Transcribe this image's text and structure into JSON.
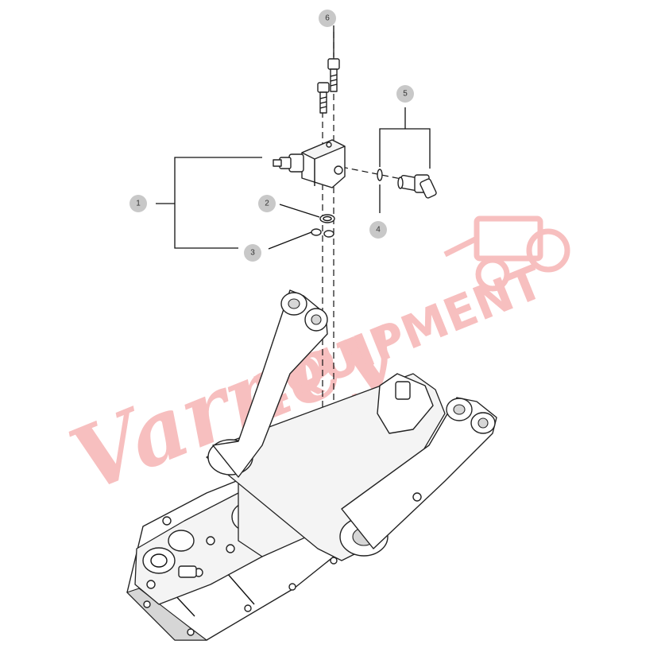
{
  "callouts": [
    {
      "id": "callout-1",
      "label": "1"
    },
    {
      "id": "callout-2",
      "label": "2"
    },
    {
      "id": "callout-3",
      "label": "3"
    },
    {
      "id": "callout-4",
      "label": "4"
    },
    {
      "id": "callout-5",
      "label": "5"
    },
    {
      "id": "callout-6",
      "label": "6"
    }
  ],
  "watermark": {
    "script_text": "Varney",
    "block_text": "EQUIPMENT",
    "color": "#f08a8a"
  },
  "colors": {
    "callout_fill": "#c8c8c8",
    "line": "#111111",
    "background": "#ffffff"
  }
}
